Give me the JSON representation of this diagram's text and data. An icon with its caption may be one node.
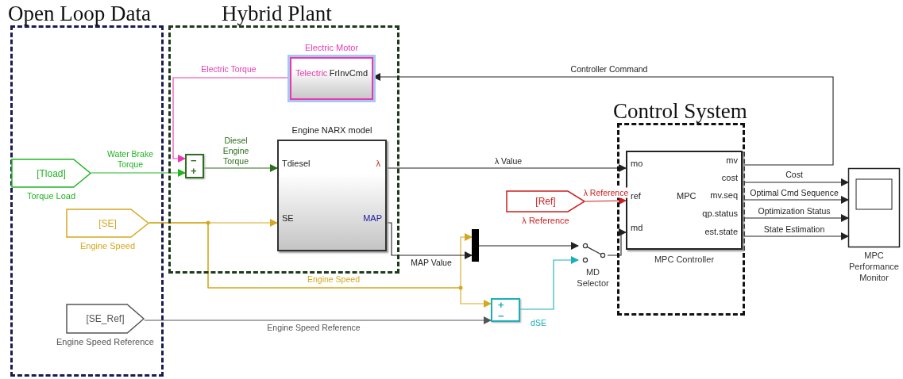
{
  "diagram": {
    "nodes": [
      {
        "text": [
          "Open Loop Data"
        ]
      },
      {
        "text": [
          "Hybrid Plant"
        ]
      },
      {
        "text": [
          "Control System"
        ]
      },
      {
        "text": [
          "[Tload]"
        ],
        "beside": [
          "Torque Load"
        ],
        "in": 0
      },
      {
        "text": [
          "[SE]"
        ],
        "beside": [
          "Engine Speed"
        ],
        "in": 0
      },
      {
        "text": [
          "[SE_Ref]"
        ],
        "beside": [
          "Engine Speed Reference"
        ],
        "in": 0
      },
      {
        "text": [
          "Electric Motor",
          "Telectric",
          "FrInvCmd"
        ],
        "in": 1
      },
      {
        "text": [
          "−",
          "+"
        ],
        "in": 1
      },
      {
        "text": [
          "Engine NARX model",
          "Tdiesel",
          "λ",
          "SE",
          "MAP"
        ],
        "in": 1
      },
      {
        "text": [],
        "shape": "bar"
      },
      {
        "text": [
          "+",
          "−"
        ]
      },
      {
        "text": [],
        "shape": "switch",
        "beside": [
          "MD Selector"
        ]
      },
      {
        "text": [
          "[Ref]"
        ],
        "beside": [
          "λ Reference"
        ]
      },
      {
        "text": [
          "mo",
          "ref",
          "md",
          "MPC",
          "mv",
          "cost",
          "mv.seq",
          "qp.status",
          "est.state"
        ],
        "beside": [
          "MPC Controller"
        ],
        "in": 2
      },
      {
        "text": [],
        "shape": "box",
        "beside": [
          "MPC Performance Monitor"
        ]
      }
    ],
    "edges": [
      {
        "from": 6,
        "to": 7,
        "arrow": "to",
        "label": "Electric Torque",
        "color": "#e83aae"
      },
      {
        "from": 3,
        "to": 7,
        "arrow": "to",
        "label": "Water Brake Torque",
        "color": "#22b422"
      },
      {
        "from": 7,
        "to": 8,
        "arrow": "to",
        "label": "Diesel Engine Torque",
        "color": "#2f6e1e"
      },
      {
        "from": 8,
        "to": 13,
        "arrow": "to",
        "label": "λ Value"
      },
      {
        "from": 4,
        "to": 8,
        "arrow": "to",
        "color": "#d4a820"
      },
      {
        "from": 4,
        "to": 9,
        "arrow": "to",
        "label": "Engine Speed",
        "color": "#d4a820"
      },
      {
        "from": 4,
        "to": 10,
        "arrow": "to",
        "color": "#d4a820"
      },
      {
        "from": 8,
        "to": 9,
        "arrow": "to",
        "label": "MAP Value"
      },
      {
        "from": 5,
        "to": 10,
        "arrow": "to",
        "label": "Engine Speed Reference",
        "color": "#555555"
      },
      {
        "from": 9,
        "to": 11,
        "arrow": "to"
      },
      {
        "from": 10,
        "to": 11,
        "arrow": "to",
        "label": "dSE",
        "color": "#1ab0b8"
      },
      {
        "from": 11,
        "to": 13,
        "arrow": "to"
      },
      {
        "from": 12,
        "to": 13,
        "arrow": "to",
        "label": "λ Reference",
        "color": "#cc1f1f"
      },
      {
        "from": 13,
        "to": 6,
        "arrow": "to",
        "label": "Controller Command"
      },
      {
        "from": 13,
        "to": 14,
        "arrow": "to",
        "label": "Cost"
      },
      {
        "from": 13,
        "to": 14,
        "arrow": "to",
        "label": "Optimal Cmd Sequence"
      },
      {
        "from": 13,
        "to": 14,
        "arrow": "to",
        "label": "Optimization Status"
      },
      {
        "from": 13,
        "to": 14,
        "arrow": "to",
        "label": "State Estimation"
      }
    ]
  }
}
